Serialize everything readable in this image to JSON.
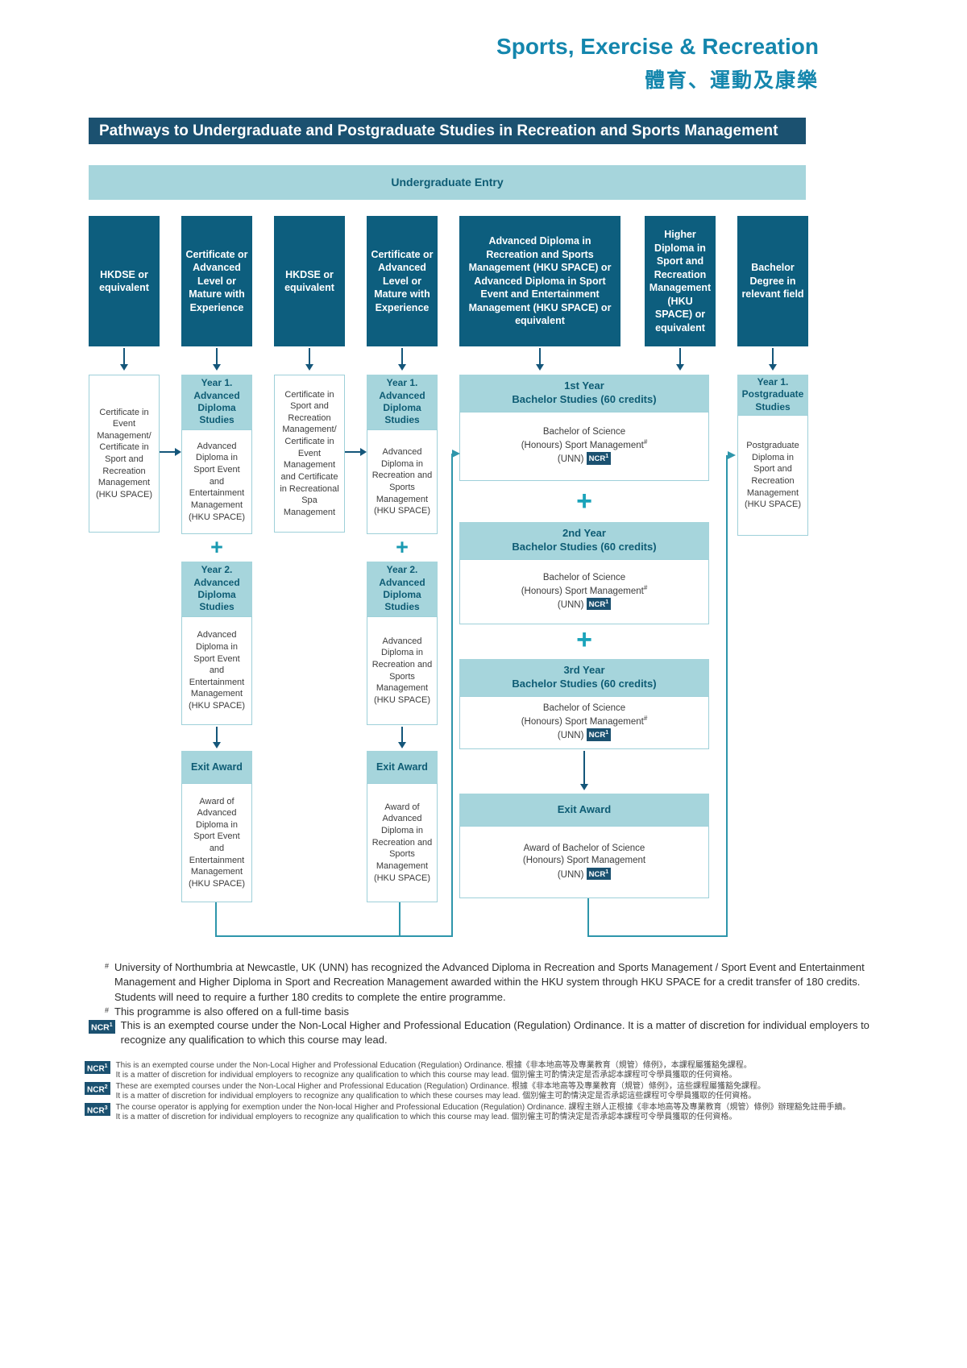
{
  "header": {
    "title_en": "Sports, Exercise & Recreation",
    "title_zh": "體育、運動及康樂",
    "banner": "Pathways to Undergraduate and Postgraduate Studies in Recreation and Sports Management",
    "entry_banner": "Undergraduate Entry"
  },
  "entry_boxes": [
    "HKDSE or equivalent",
    "Certificate or Advanced Level or Mature with Experience",
    "HKDSE or equivalent",
    "Certificate or Advanced Level or Mature with Experience",
    "Advanced Diploma in Recreation and Sports Management (HKU SPACE) or Advanced Diploma in Sport Event and Entertainment Management (HKU SPACE) or equivalent",
    "Higher Diploma in Sport and Recreation Management (HKU SPACE) or equivalent",
    "Bachelor Degree in relevant field"
  ],
  "feeders": {
    "col1": "Certificate in Event Management/ Certificate in Sport and Recreation Management (HKU SPACE)",
    "col3": "Certificate in Sport and Recreation Management/ Certificate in Event Management and Certificate in Recreational Spa Management"
  },
  "sport_event_track": {
    "year1_header": "Year 1. Advanced Diploma Studies",
    "year1_body": "Advanced Diploma in Sport Event and Entertainment Management (HKU SPACE)",
    "plus": "+",
    "year2_header": "Year 2. Advanced Diploma Studies",
    "year2_body": "Advanced Diploma in Sport Event and Entertainment Management (HKU SPACE)",
    "exit_header": "Exit Award",
    "exit_body": "Award of Advanced Diploma in Sport Event and Entertainment Management (HKU SPACE)"
  },
  "recreation_track": {
    "year1_header": "Year 1. Advanced Diploma Studies",
    "year1_body": "Advanced Diploma in Recreation and Sports Management (HKU SPACE)",
    "plus": "+",
    "year2_header": "Year 2. Advanced Diploma Studies",
    "year2_body": "Advanced Diploma in Recreation and Sports Management (HKU SPACE)",
    "exit_header": "Exit Award",
    "exit_body": "Award of Advanced Diploma in Recreation and Sports Management (HKU SPACE)"
  },
  "bachelor_track": {
    "y1_header_line1": "1st Year",
    "y1_header_line2": "Bachelor Studies (60 credits)",
    "y2_header_line1": "2nd Year",
    "y2_header_line2": "Bachelor Studies (60 credits)",
    "y3_header_line1": "3rd Year",
    "y3_header_line2": "Bachelor Studies (60 credits)",
    "degree_line1": "Bachelor of Science",
    "degree_line2": "(Honours) Sport Management",
    "degree_sup": "#",
    "degree_line3": "(UNN)",
    "plus": "+",
    "exit_header": "Exit Award",
    "exit_line1": "Award of Bachelor of Science",
    "exit_line2": "(Honours) Sport Management",
    "exit_line3": "(UNN)"
  },
  "postgrad_track": {
    "header": "Year 1. Postgraduate Studies",
    "body": "Postgraduate Diploma in Sport and Recreation Management (HKU SPACE)"
  },
  "badge": {
    "text": "NCR",
    "sup1": "1",
    "sup2": "2",
    "sup3": "3"
  },
  "footnotes": {
    "fn1_marker": "#",
    "fn1_text": "University of Northumbria at Newcastle, UK (UNN) has recognized the Advanced Diploma in Recreation and Sports Management / Sport Event and Entertainment Management and Higher Diploma in Sport and Recreation Management awarded within the HKU system through HKU SPACE for a credit transfer of 180 credits. Students will need to require a further 180 credits to complete the entire programme.",
    "fn2_marker": "#",
    "fn2_text": "This programme is also offered on a full-time basis",
    "fn3_text": "This is an exempted course under the Non-Local Higher and Professional Education (Regulation) Ordinance. It is a matter of discretion for individual employers to recognize any qualification to which this course may lead."
  },
  "legend": [
    {
      "badge_text": "NCR",
      "badge_sup": "1",
      "line1": "This is an exempted course under the Non-Local Higher and Professional Education (Regulation) Ordinance. 根據《非本地高等及專業教育（規管）條例》，本課程屬獲豁免課程。",
      "line2": "It is a matter of discretion for individual employers to recognize any qualification to which this course may lead. 個別僱主可酌情決定是否承認本課程可令學員獲取的任何資格。"
    },
    {
      "badge_text": "NCR",
      "badge_sup": "2",
      "line1": "These are exempted courses under the Non-Local Higher and Professional Education (Regulation) Ordinance. 根據《非本地高等及專業教育（規管）條例》，這些課程屬獲豁免課程。",
      "line2": "It is a matter of discretion for individual employers to recognize any qualification to which these courses may lead. 個別僱主可酌情決定是否承認這些課程可令學員獲取的任何資格。"
    },
    {
      "badge_text": "NCR",
      "badge_sup": "3",
      "line1": "The course operator is applying for exemption under the Non-local Higher and Professional Education (Regulation) Ordinance. 課程主辦人正根據《非本地高等及專業教育（規管）條例》辦理豁免註冊手續。",
      "line2": "It is a matter of discretion for individual employers to recognize any qualification to which this course may lead. 個別僱主可酌情決定是否承認本課程可令學員獲取的任何資格。"
    }
  ]
}
